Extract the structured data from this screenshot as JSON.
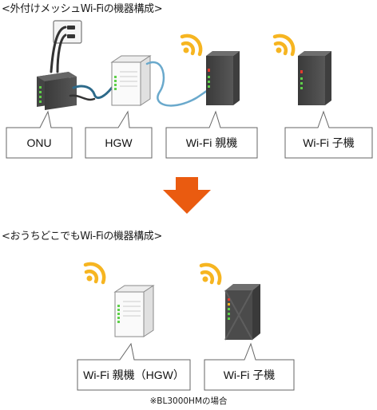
{
  "sections": {
    "external_title": "<外付けメッシュWi-Fiの機器構成>",
    "integrated_title": "<おうちどこでもWi-Fiの機器構成>"
  },
  "top_labels": {
    "onu": "ONU",
    "hgw": "HGW",
    "wifi_parent": "Wi-Fi 親機",
    "wifi_child": "Wi-Fi 子機"
  },
  "bottom_labels": {
    "wifi_parent_hgw": "Wi-Fi 親機（HGW）",
    "wifi_child": "Wi-Fi 子機"
  },
  "footnote": "※BL3000HMの場合",
  "colors": {
    "wifi_signal": "#f6b521",
    "arrow": "#ea5b10",
    "led_green": "#5fd04a",
    "led_red": "#e23b2e",
    "cable_blue": "#6aa9cc"
  }
}
